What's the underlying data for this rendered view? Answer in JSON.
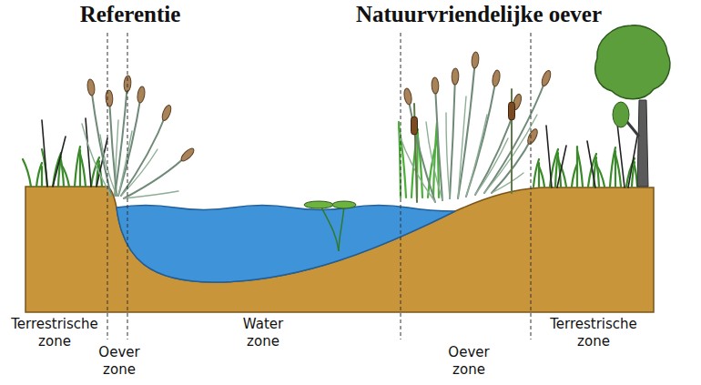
{
  "diagram": {
    "labels": [
      "Referentie",
      "Natuurvriendelijke oever",
      "Terrestrische zone",
      "Oever zone",
      "Water zone",
      "Oever zone",
      "Terrestrische zone"
    ]
  }
}
